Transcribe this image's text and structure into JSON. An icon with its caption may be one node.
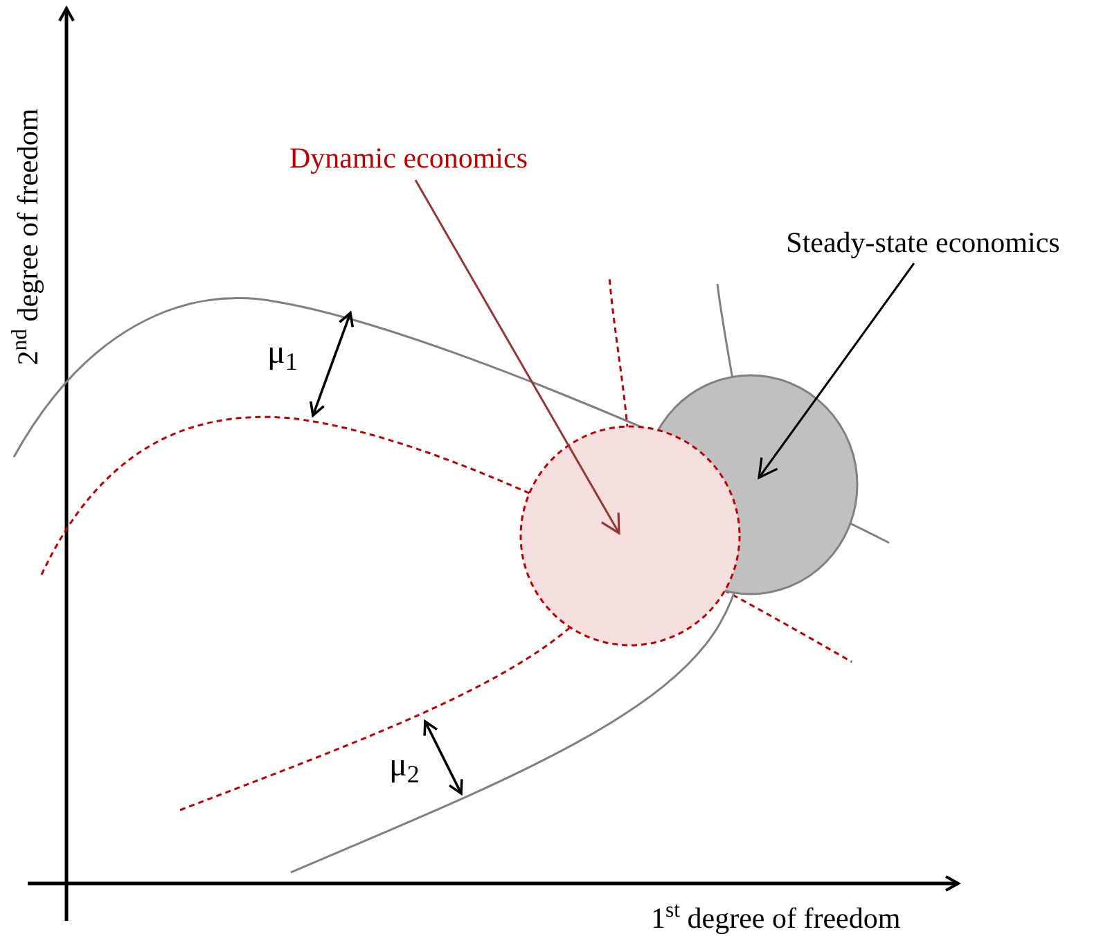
{
  "diagram": {
    "nodes": [
      {
        "text": [
          "Dynamic economics"
        ]
      },
      {
        "text": [],
        "shape": "circle"
      },
      {
        "text": [
          "Steady-state economics"
        ]
      },
      {
        "text": [],
        "shape": "circle"
      }
    ],
    "edges": [
      {
        "from": 0,
        "to": 1,
        "arrow": "to",
        "color": "#953735"
      },
      {
        "from": 2,
        "to": 3,
        "arrow": "to",
        "color": "#000000"
      }
    ],
    "labels": [
      "2$^{nd}$ degree of freedom",
      "1$^{st}$ degree of freedom",
      "μ$_{1}$",
      "μ$_{2}$"
    ]
  }
}
